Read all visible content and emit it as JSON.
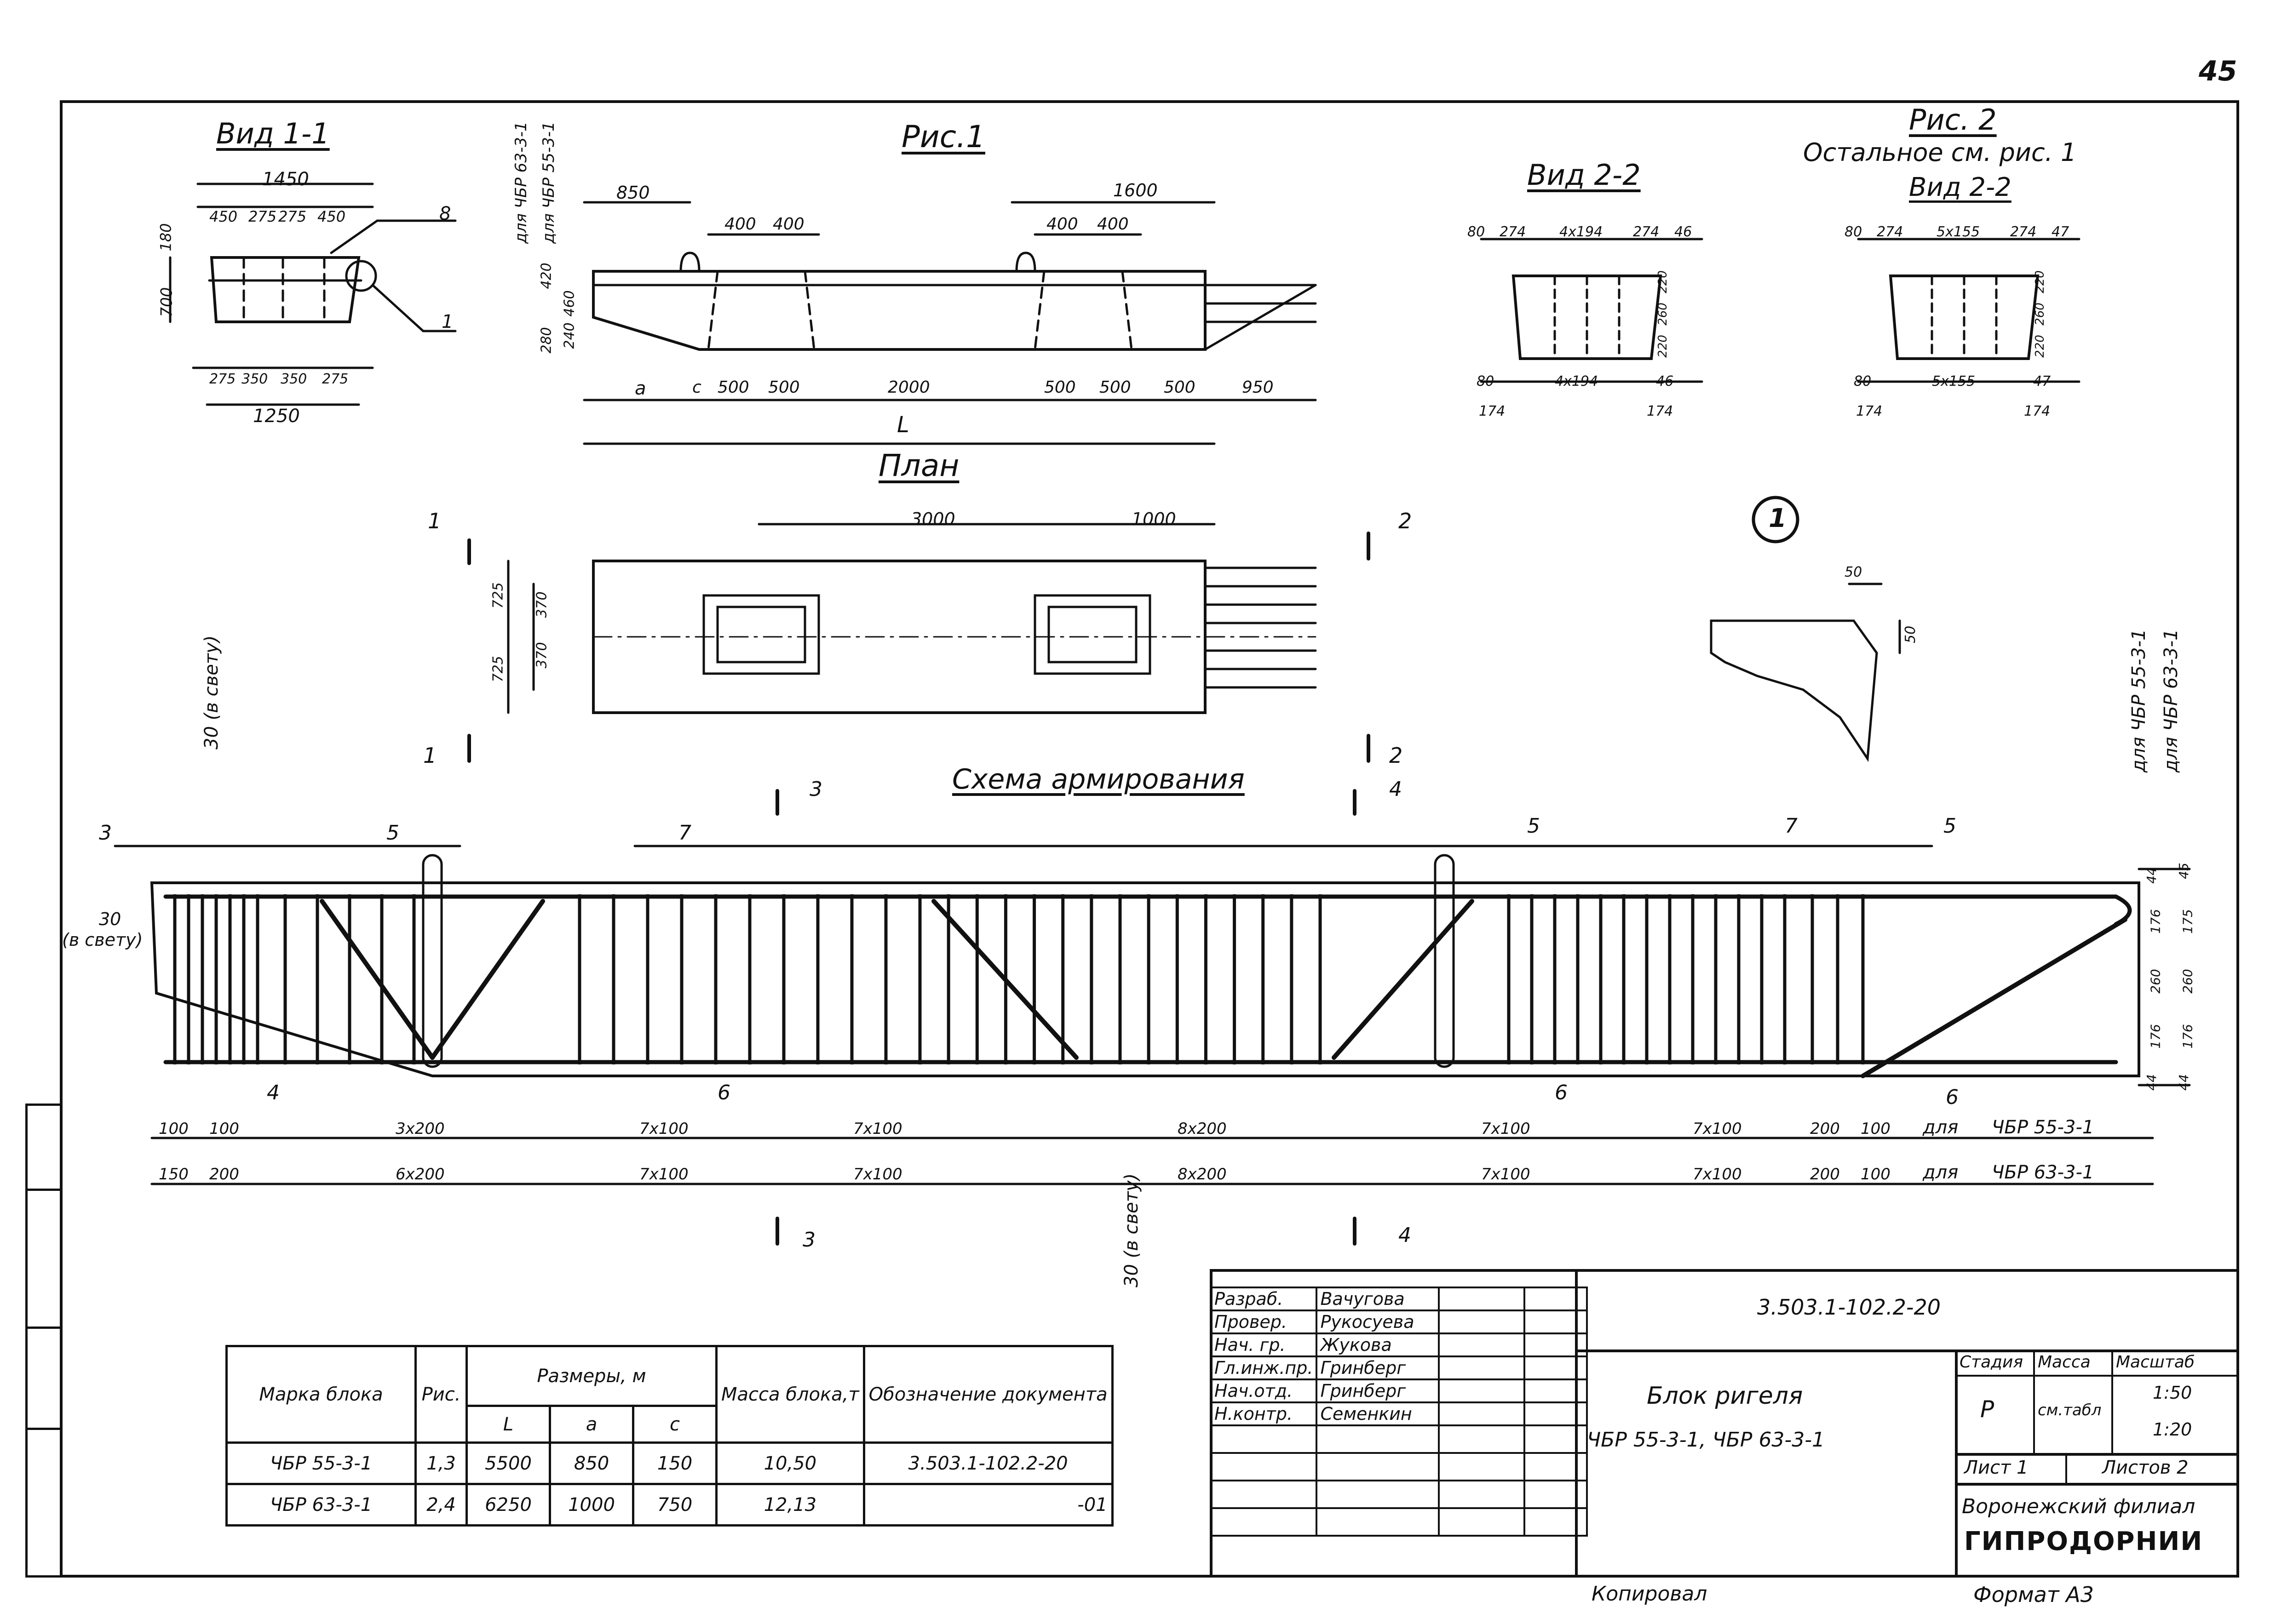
{
  "page_number": "45",
  "headings": {
    "view_1_1": "Вид 1-1",
    "fig_1": "Рис.1",
    "plan": "План",
    "view_2_2": "Вид 2-2",
    "fig_2": "Рис. 2",
    "fig_2_note": "Остальное см. рис. 1",
    "view_2_2_b": "Вид 2-2",
    "reinforcement_scheme": "Схема армирования"
  },
  "view_1_1": {
    "dims_top": [
      "1450",
      "450",
      "275",
      "275",
      "450"
    ],
    "dims_left": [
      "180",
      "700"
    ],
    "dims_bottom": [
      "275",
      "350",
      "350",
      "275"
    ],
    "dim_total_bottom": "1250",
    "callouts": [
      "8",
      "1"
    ]
  },
  "fig_1": {
    "dims_top": [
      "850",
      "400",
      "400",
      "1600",
      "400",
      "400"
    ],
    "dims_left": [
      "420",
      "460",
      "280",
      "240"
    ],
    "dims_bottom": [
      "a",
      "c",
      "500",
      "500",
      "2000",
      "500",
      "500",
      "500",
      "950"
    ],
    "total_length": "L",
    "side_labels": [
      "для ЧБР 63-3-1",
      "для ЧБР 55-3-1"
    ]
  },
  "plan": {
    "dims_top": [
      "3000",
      "1000"
    ],
    "dims_left": [
      "725",
      "370",
      "725",
      "370"
    ],
    "section_marks": [
      "1",
      "1",
      "2",
      "2"
    ]
  },
  "view_2_2": {
    "dims_top": [
      "80",
      "274",
      "4x194",
      "274",
      "46"
    ],
    "dims_right": [
      "220",
      "260",
      "220"
    ],
    "dims_bottom": [
      "80",
      "4x194",
      "46",
      "174",
      "174"
    ]
  },
  "fig_2_view": {
    "dims_top": [
      "80",
      "274",
      "5x155",
      "274",
      "47"
    ],
    "dims_right": [
      "220",
      "260",
      "220"
    ],
    "dims_bottom": [
      "80",
      "5x155",
      "47",
      "174",
      "174"
    ]
  },
  "detail_1": {
    "marker": "1",
    "dims": [
      "50",
      "50"
    ]
  },
  "scheme": {
    "callouts_top": [
      "3",
      "5",
      "7",
      "5",
      "7",
      "5"
    ],
    "callouts_bottom": [
      "4",
      "6",
      "6",
      "6"
    ],
    "section_marks": [
      "3",
      "3",
      "4",
      "4"
    ],
    "clear_30_vertical": "30 (в свету)",
    "clear_30_left_num": "30",
    "clear_30_left_txt": "(в свету)",
    "right_dims": [
      "44",
      "176",
      "260",
      "176",
      "44"
    ],
    "right_dims_b": [
      "45",
      "175",
      "260",
      "176",
      "44"
    ],
    "right_labels": [
      "для ЧБР 55-3-1",
      "для ЧБР 63-3-1"
    ],
    "row1": [
      "100",
      "100",
      "3x200",
      "7x100",
      "7x100",
      "8x200",
      "7x100",
      "7x100",
      "200",
      "100",
      "для",
      "ЧБР 55-3-1"
    ],
    "row2": [
      "150",
      "200",
      "6x200",
      "7x100",
      "7x100",
      "8x200",
      "7x100",
      "7x100",
      "200",
      "100",
      "для",
      "ЧБР 63-3-1"
    ]
  },
  "spec_table": {
    "headers": {
      "mark": "Марка блока",
      "fig": "Рис.",
      "sizes": "Размеры, м",
      "L": "L",
      "a": "a",
      "c": "c",
      "mass": "Масса блока,т",
      "doc": "Обозначение документа"
    },
    "rows": [
      {
        "mark": "ЧБР 55-3-1",
        "fig": "1,3",
        "L": "5500",
        "a": "850",
        "c": "150",
        "mass": "10,50",
        "doc": "3.503.1-102.2-20"
      },
      {
        "mark": "ЧБР 63-3-1",
        "fig": "2,4",
        "L": "6250",
        "a": "1000",
        "c": "750",
        "mass": "12,13",
        "doc": "-01"
      }
    ]
  },
  "title_block": {
    "doc_code": "3.503.1-102.2-20",
    "roles": [
      "Разраб.",
      "Провер.",
      "Нач. гр.",
      "Гл.инж.пр.",
      "Нач.отд.",
      "Н.контр."
    ],
    "names": [
      "Вачугова",
      "Рукосуева",
      "Жукова",
      "Гринберг",
      "Гринберг",
      "Семенкин"
    ],
    "product_title": "Блок ригеля",
    "product_marks": "ЧБР 55-3-1,  ЧБР 63-3-1",
    "stage_label": "Стадия",
    "mass_label": "Масса",
    "scale_label": "Масштаб",
    "stage": "Р",
    "mass_value": "см.табл",
    "scale_1": "1:50",
    "scale_2": "1:20",
    "sheet": "Лист 1",
    "sheets": "Листов 2",
    "org_line1": "Воронежский филиал",
    "org_line2": "ГИПРОДОРНИИ"
  },
  "footer": {
    "copied": "Копировал",
    "format": "Формат А3"
  }
}
